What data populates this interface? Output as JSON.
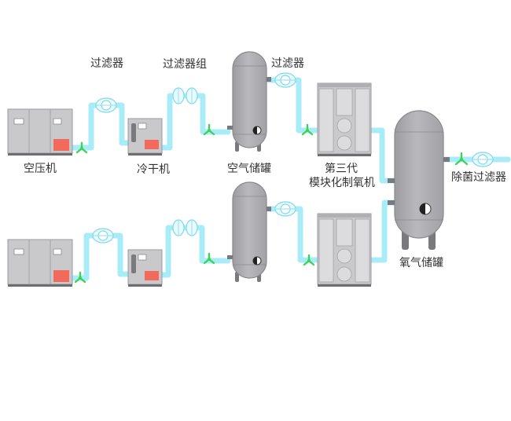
{
  "labels": {
    "filter_top1": "过滤器",
    "filter_group": "过滤器组",
    "filter_top2": "过滤器",
    "compressor": "空压机",
    "dryer": "冷干机",
    "air_tank": "空气储罐",
    "generator_line1": "第三代",
    "generator_line2": "模块化制氧机",
    "sterile_filter": "除菌过滤器",
    "oxygen_tank": "氧气储罐"
  },
  "colors": {
    "pipe": "#a8ecf8",
    "pipe_light": "#d4f6fc",
    "valve": "#3fd25b",
    "machine_body": "#c9c9cb",
    "machine_panel": "#bdbdc0",
    "machine_base": "#6e6e70",
    "tank_body": "#aeaeb2",
    "tank_outline": "#8a8a8e",
    "indicator": "#f26a5c",
    "filter_body": "#ffffff",
    "filter_outline": "#7fd8ee"
  }
}
